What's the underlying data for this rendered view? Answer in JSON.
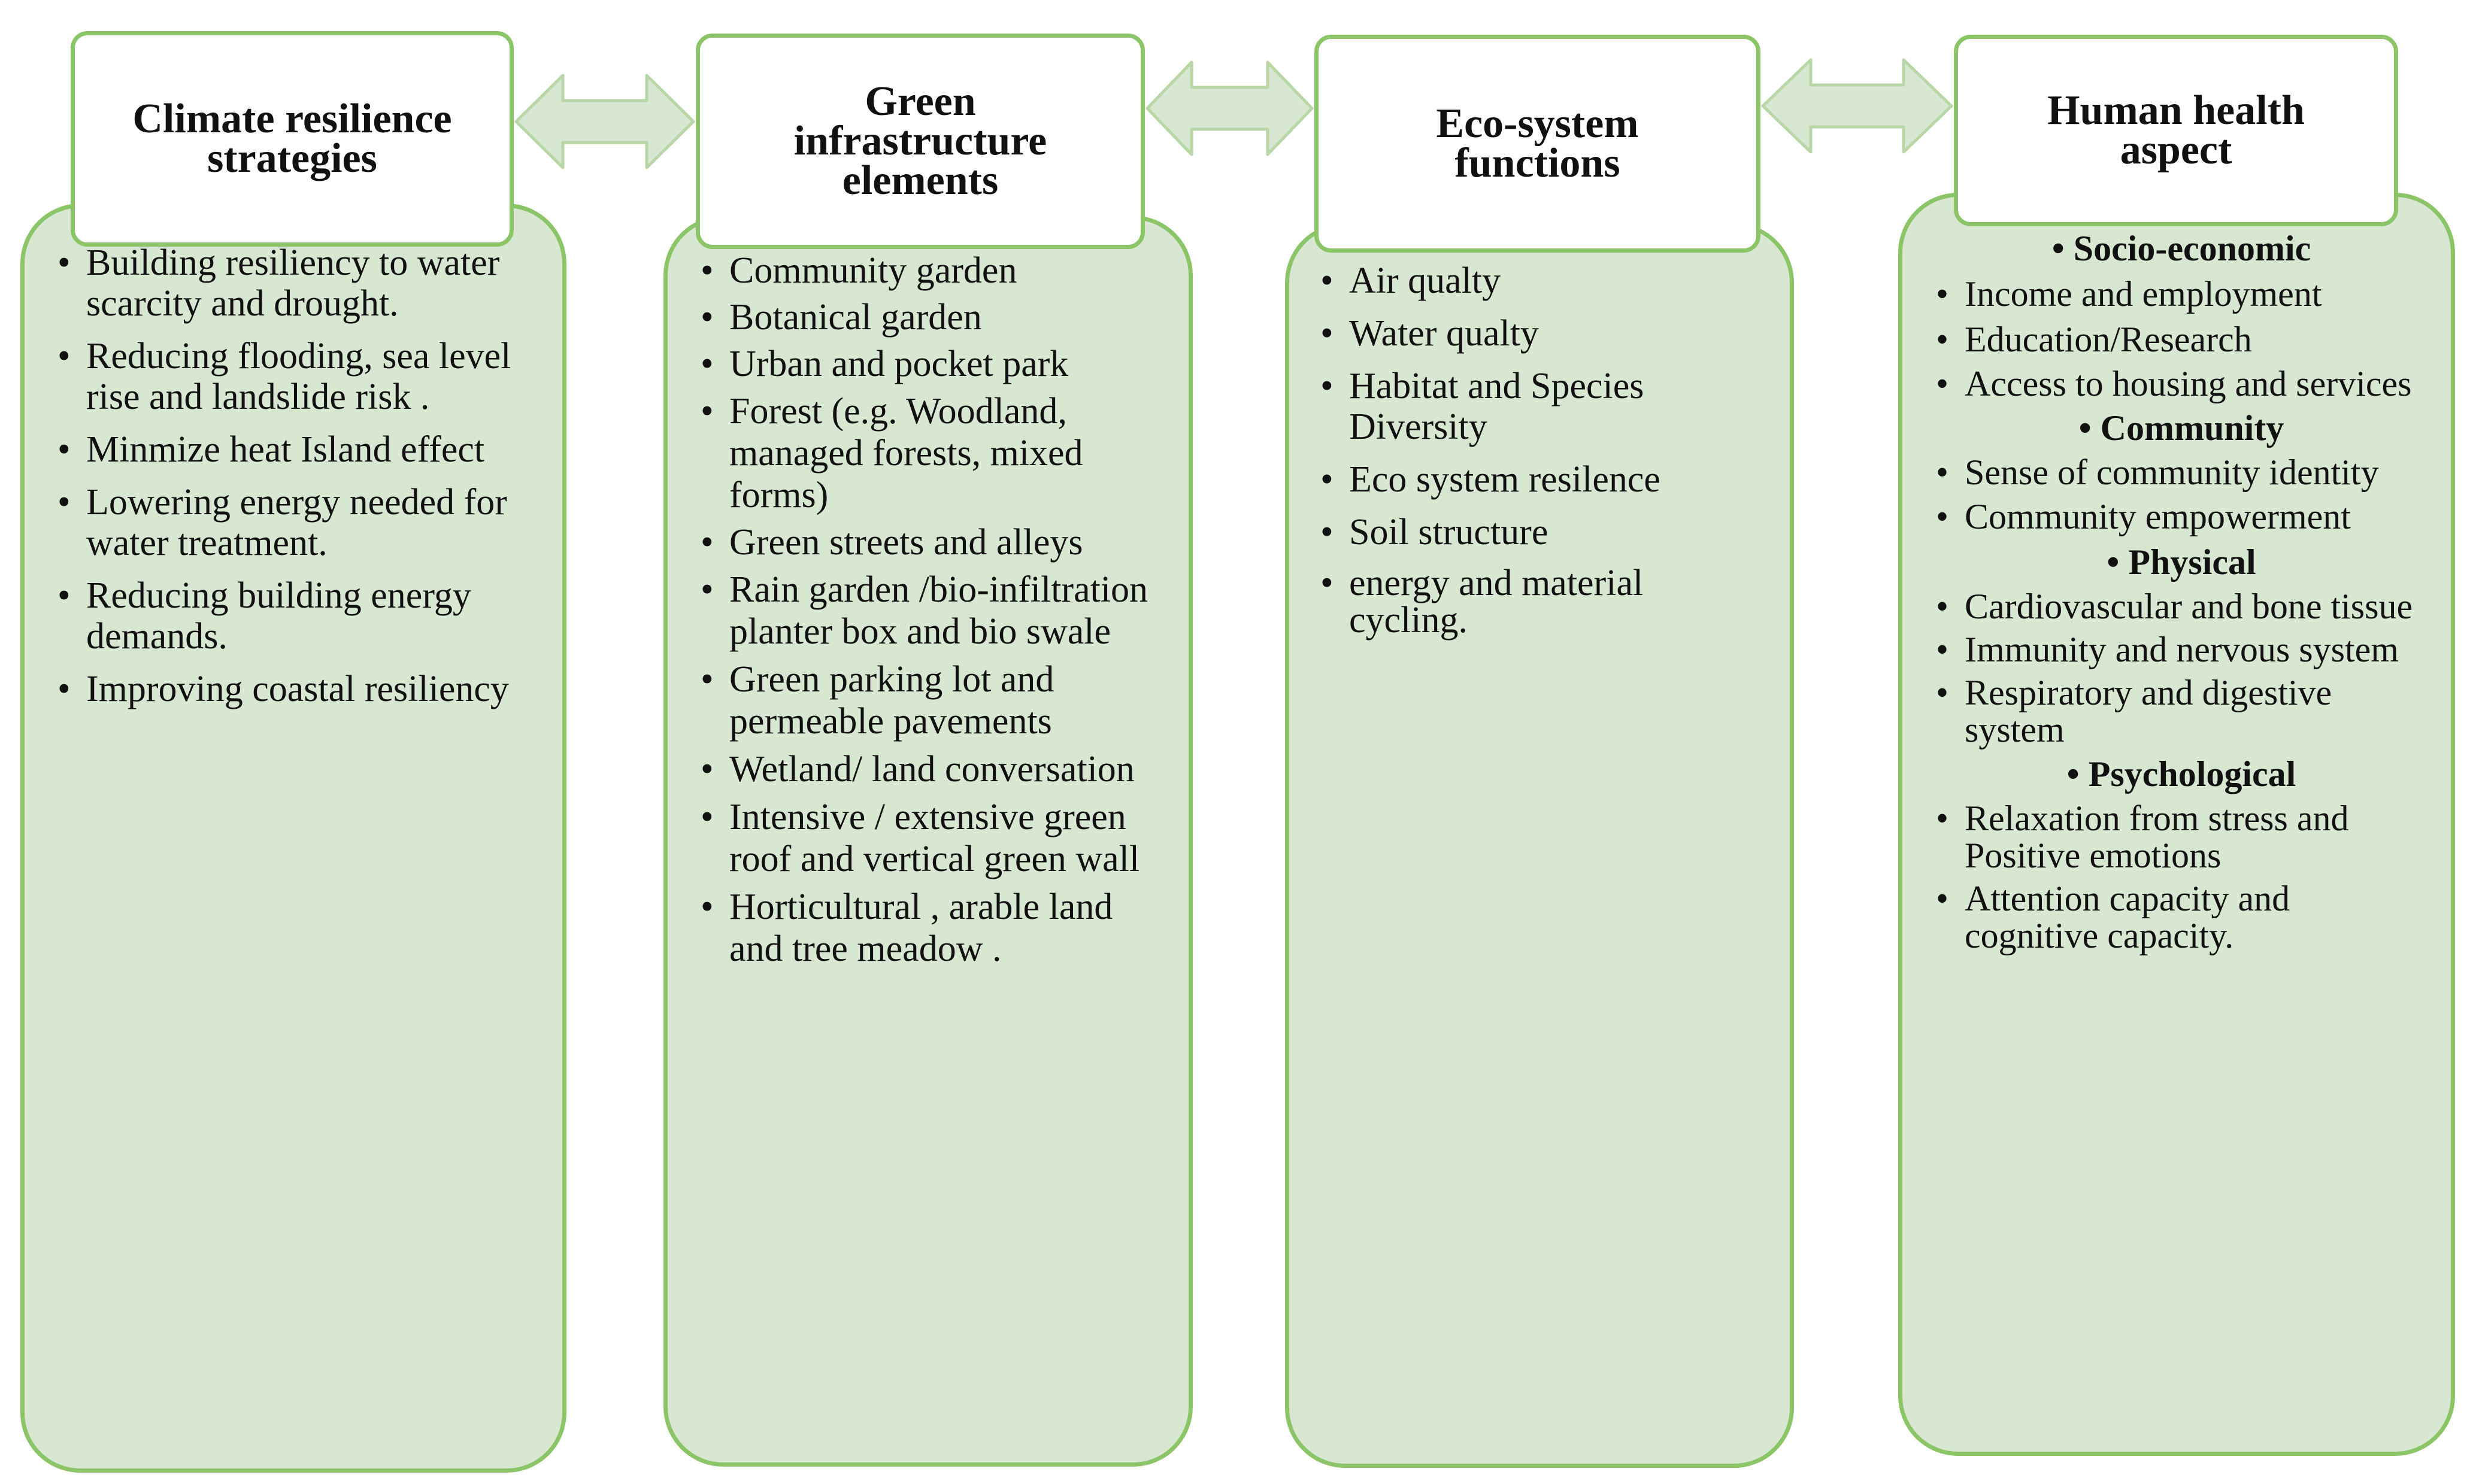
{
  "colors": {
    "box_border": "#8cc468",
    "box_fill": "#d8e7d1",
    "arrow_fill": "#d8e7d1",
    "arrow_stroke": "#b9d6a7"
  },
  "columns": [
    {
      "title_lines": [
        "Climate resilience",
        "strategies"
      ],
      "items": [
        {
          "text": "Building resiliency to water scarcity and drought."
        },
        {
          "text": "Reducing flooding, sea level rise  and landslide risk ."
        },
        {
          "text": "Minmize heat Island effect"
        },
        {
          "text": "Lowering energy needed for  water  treatment."
        },
        {
          "text": "Reducing building energy demands."
        },
        {
          "text": "Improving coastal resiliency"
        }
      ]
    },
    {
      "title_lines": [
        "Green",
        "infrastructure",
        "elements"
      ],
      "items": [
        {
          "text": "Community garden"
        },
        {
          "text": "Botanical garden"
        },
        {
          "text": "Urban and pocket park"
        },
        {
          "text": "Forest (e.g. Woodland, managed forests, mixed forms)"
        },
        {
          "text": "Green streets and alleys"
        },
        {
          "text": "Rain garden /bio-infiltration planter box and bio swale"
        },
        {
          "text": "Green parking lot and permeable pavements"
        },
        {
          "text": "Wetland/ land conversation"
        },
        {
          "text": "Intensive / extensive green  roof  and vertical green wall"
        },
        {
          "text": "Horticultural , arable land and tree meadow ."
        }
      ]
    },
    {
      "title_lines": [
        "Eco-system",
        "functions"
      ],
      "items": [
        {
          "text": "Air qualty"
        },
        {
          "text": "Water qualty"
        },
        {
          "text": "Habitat and Species Diversity"
        },
        {
          "text": "Eco system resilence"
        },
        {
          "text": "Soil structure"
        },
        {
          "text": "energy and material cycling."
        }
      ]
    },
    {
      "title_lines": [
        "Human health",
        "aspect"
      ],
      "items": [
        {
          "text": "Socio-economic",
          "section": true
        },
        {
          "text": "Income and employment"
        },
        {
          "text": "Education/Research"
        },
        {
          "text": "Access to housing and services"
        },
        {
          "text": "Community",
          "section": true
        },
        {
          "text": "Sense of community identity"
        },
        {
          "text": "Community empowerment"
        },
        {
          "text": "Physical",
          "section": true
        },
        {
          "text": "Cardiovascular and bone tissue"
        },
        {
          "text": "Immunity and nervous system"
        },
        {
          "text": "Respiratory and digestive system"
        },
        {
          "text": "Psychological",
          "section": true
        },
        {
          "text": "Relaxation from stress and Positive emotions"
        },
        {
          "text": "Attention capacity  and cognitive capacity."
        }
      ]
    }
  ]
}
